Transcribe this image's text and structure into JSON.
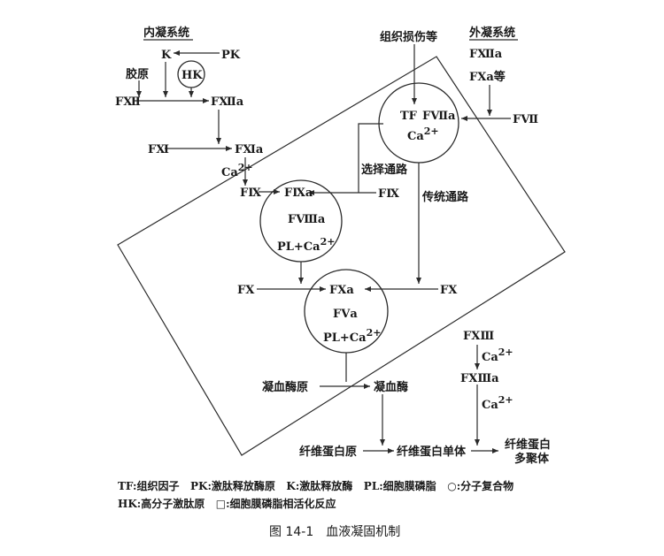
{
  "headers": {
    "intrinsic": "内凝系统",
    "extrinsic": "外凝系统"
  },
  "nodes": {
    "tissue_injury": "组织损伤等",
    "k": "K",
    "pk": "PK",
    "hk": "HK",
    "collagen": "胶原",
    "fxii": "FⅫ",
    "fxiia": "FⅫa",
    "fxi": "FⅪ",
    "fxia": "FⅪa",
    "ca1": "Ca",
    "tf": "TF",
    "fviia": "FⅦa",
    "ca_tf": "Ca",
    "fxiia_ext": "FⅫa",
    "fxa_ext": "FⅩa等",
    "fvii": "FⅦ",
    "selective": "选择通路",
    "traditional": "传统通路",
    "fix_left": "FⅨ",
    "fixa": "FⅨa",
    "fix_right": "FⅨ",
    "fviiia": "FⅧa",
    "pl_ca1": "PL+Ca",
    "fx_left": "FⅩ",
    "fxa": "FⅩa",
    "fx_right": "FⅩ",
    "fva": "FⅤa",
    "pl_ca2": "PL+Ca",
    "prothrombin": "凝血酶原",
    "thrombin": "凝血酶",
    "fxiii": "FⅩⅢ",
    "ca3": "Ca",
    "fxiiia": "FⅩⅢa",
    "ca4": "Ca",
    "fibrinogen": "纤维蛋白原",
    "fibrin_monomer": "纤维蛋白单体",
    "fibrin_poly_1": "纤维蛋白",
    "fibrin_poly_2": "多聚体",
    "sup": "2+"
  },
  "legend": {
    "line1": "TF:组织因子   PK:激肽释放酶原   K:激肽释放酶   PL:细胞膜磷脂   ○:分子复合物",
    "line2": "HK:高分子激肽原   □:细胞膜磷脂相活化反应"
  },
  "caption": {
    "number": "图 14-1",
    "title": "血液凝固机制"
  }
}
